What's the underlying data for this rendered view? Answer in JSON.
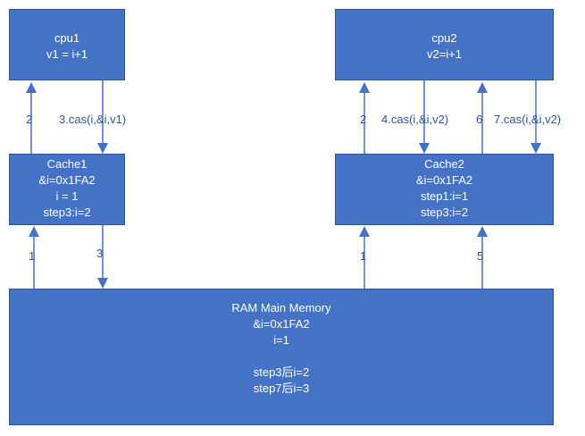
{
  "cpu1": {
    "lines": [
      "cpu1",
      "v1 = i+1"
    ]
  },
  "cpu2": {
    "lines": [
      "cpu2",
      "v2=i+1"
    ]
  },
  "cache1": {
    "lines": [
      "Cache1",
      "&i=0x1FA2",
      "i = 1",
      "step3:i=2"
    ]
  },
  "cache2": {
    "lines": [
      "Cache2",
      "&i=0x1FA2",
      "step1:i=1",
      "step3:i=2"
    ]
  },
  "ram": {
    "lines": [
      "RAM Main Memory",
      "&i=0x1FA2",
      "i=1",
      "",
      "step3后i=2",
      "step7后i=3"
    ]
  },
  "arrows": {
    "cache1_to_cpu1": "2",
    "cpu1_to_cache1": "3.cas(i,&i,v1)",
    "ram_to_cache1": "1",
    "cache1_to_ram": "3",
    "cache2_to_cpu2": "2",
    "cpu2_to_cache2_a": "4.cas(i,&i,v2)",
    "cache2_to_cpu2_b": "6",
    "cpu2_to_cache2_b": "7.cas(i,&i,v2)",
    "ram_to_cache2": "1",
    "cache2_to_ram": "5"
  },
  "colors": {
    "box_fill": "#4472c4",
    "box_border": "#2f5597",
    "arrow": "#4472c4",
    "label": "#2f5597"
  }
}
